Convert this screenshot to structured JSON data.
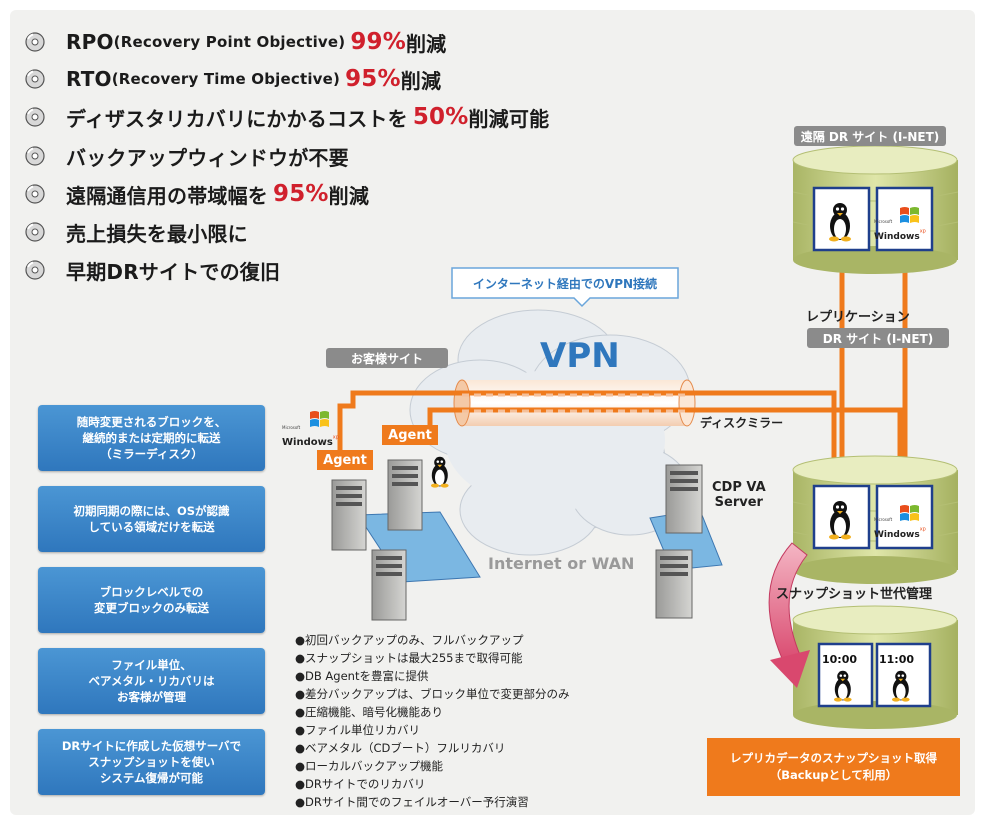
{
  "bullets": [
    {
      "prefix": "RPO",
      "sub": " (Recovery Point Objective) ",
      "highlight": "99%",
      "suffix": "削減"
    },
    {
      "prefix": "RTO",
      "sub": " (Recovery Time Objective) ",
      "highlight": "95%",
      "suffix": "削減"
    },
    {
      "prefix": "ディザスタリカバリにかかるコストを",
      "sub": "",
      "highlight": "50%",
      "suffix": "削減可能"
    },
    {
      "prefix": "バックアップウィンドウが不要",
      "sub": "",
      "highlight": "",
      "suffix": ""
    },
    {
      "prefix": "遠隔通信用の帯域幅を",
      "sub": "",
      "highlight": "95%",
      "suffix": "削減"
    },
    {
      "prefix": "売上損失を最小限に",
      "sub": "",
      "highlight": "",
      "suffix": ""
    },
    {
      "prefix": "早期DRサイトでの復旧",
      "sub": "",
      "highlight": "",
      "suffix": ""
    }
  ],
  "side_boxes": [
    {
      "line1": "随時変更されるブロックを、",
      "line2": "継続的または定期的に転送",
      "line3": "（ミラーディスク）"
    },
    {
      "line1": "初期同期の際には、OSが認識",
      "line2": "している領域だけを転送",
      "line3": ""
    },
    {
      "line1": "ブロックレベルでの",
      "line2": "変更ブロックのみ転送",
      "line3": ""
    },
    {
      "line1": "ファイル単位、",
      "line2": "ベアメタル・リカバリは",
      "line3": "お客様が管理"
    },
    {
      "line1": "DRサイトに作成した仮想サーバで",
      "line2": "スナップショットを使い",
      "line3": "システム復帰が可能"
    }
  ],
  "diagram": {
    "remote_dr_label": "遠隔 DR サイト (I-NET)",
    "vpn_callout": "インターネット経由でのVPN接続",
    "customer_site": "お客様サイト",
    "vpn": "VPN",
    "internet_wan": "Internet or WAN",
    "replication": "レプリケーション",
    "dr_site": "DR サイト (I-NET)",
    "disk_mirror": "ディスクミラー",
    "agent": "Agent",
    "cdp_line1": "CDP VA",
    "cdp_line2": "Server",
    "snapshot_mgmt": "スナップショット世代管理",
    "time1": "10:00",
    "time2": "11:00",
    "windows_small": "Microsoft",
    "windows_word": "Windows",
    "windows_xp": "xp",
    "snapshot_box_line1": "レプリカデータのスナップショット取得",
    "snapshot_box_line2": "（Backupとして利用）"
  },
  "features": [
    "●初回バックアップのみ、フルバックアップ",
    "●スナップショットは最大255まで取得可能",
    "●DB Agentを豊富に提供",
    "●差分バックアップは、ブロック単位で変更部分のみ",
    "●圧縮機能、暗号化機能あり",
    "●ファイル単位リカバリ",
    "●ベアメタル（CDブート）フルリカバリ",
    "●ローカルバックアップ機能",
    "●DRサイトでのリカバリ",
    "●DRサイト間でのフェイルオーバー予行演習"
  ],
  "colors": {
    "accent_red": "#d0202c",
    "orange": "#ef7a1c",
    "blue": "#2f77bd",
    "db_green": "#c9d38a"
  }
}
